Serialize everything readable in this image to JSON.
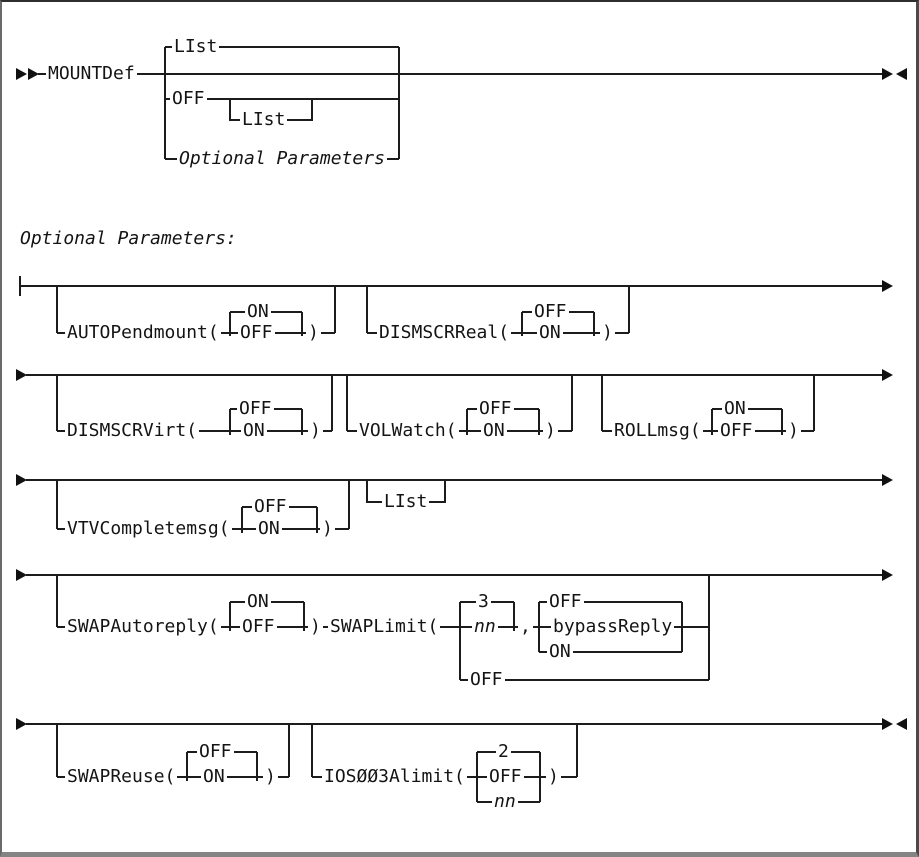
{
  "punct": {
    "close_paren": ")",
    "comma": ","
  },
  "row1": {
    "keyword": "MOUNTDef",
    "list_default": "LIst",
    "off": "OFF",
    "off_list": "LIst",
    "optional_ref": "Optional Parameters"
  },
  "section": {
    "header": "Optional Parameters:"
  },
  "params": {
    "autopendmount": {
      "name": "AUTOPendmount(",
      "top": "ON",
      "main": "OFF"
    },
    "dismscrreal": {
      "name": "DISMSCRReal(",
      "top": "OFF",
      "main": "ON"
    },
    "dismscrvirt": {
      "name": "DISMSCRVirt(",
      "top": "OFF",
      "main": "ON"
    },
    "volwatch": {
      "name": "VOLWatch(",
      "top": "OFF",
      "main": "ON"
    },
    "rollmsg": {
      "name": "ROLLmsg(",
      "top": "ON",
      "main": "OFF"
    },
    "vtvcompletemsg": {
      "name": "VTVCompletemsg(",
      "top": "OFF",
      "main": "ON"
    },
    "list_option": "LIst",
    "swapautoreply": {
      "name": "SWAPAutoreply(",
      "top": "ON",
      "main": "OFF"
    },
    "swaplimit": {
      "name": "SWAPLimit(",
      "default": "3",
      "var": "nn",
      "off": "OFF",
      "reply_options": [
        "OFF",
        "bypassReply",
        "ON"
      ]
    },
    "swapreuse": {
      "name": "SWAPReuse(",
      "top": "OFF",
      "main": "ON"
    },
    "ios003alimit": {
      "name": "IOSØØ3Alimit(",
      "default": "2",
      "main": "OFF",
      "var": "nn"
    }
  }
}
